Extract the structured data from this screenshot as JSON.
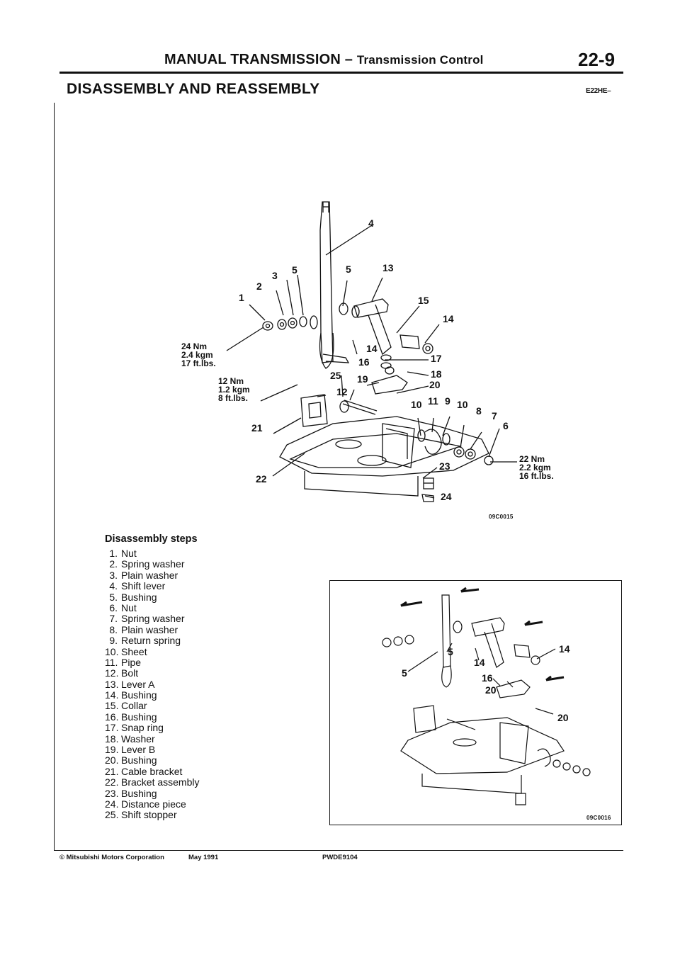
{
  "header": {
    "title_main": "MANUAL TRANSMISSION –",
    "title_sub": "Transmission Control",
    "page_number": "22-9"
  },
  "section": {
    "title": "DISASSEMBLY AND REASSEMBLY",
    "code": "E22HE–"
  },
  "figure_main": {
    "code": "09C0015",
    "torque_24": {
      "line1": "24 Nm",
      "line2": "2.4 kgm",
      "line3": "17 ft.lbs."
    },
    "torque_12": {
      "line1": "12 Nm",
      "line2": "1.2 kgm",
      "line3": "8 ft.lbs."
    },
    "torque_22": {
      "line1": "22 Nm",
      "line2": "2.2 kgm",
      "line3": "16 ft.lbs."
    },
    "callouts": [
      "1",
      "2",
      "3",
      "5",
      "4",
      "5",
      "13",
      "15",
      "14",
      "14",
      "17",
      "16",
      "18",
      "25",
      "19",
      "20",
      "12",
      "10",
      "11",
      "9",
      "10",
      "8",
      "7",
      "6",
      "21",
      "22",
      "23",
      "24"
    ]
  },
  "figure_inset": {
    "code": "09C0016",
    "callouts": [
      "5",
      "5",
      "14",
      "14",
      "16",
      "20",
      "20"
    ]
  },
  "steps": {
    "title": "Disassembly steps",
    "items": [
      {
        "num": "1.",
        "text": "Nut"
      },
      {
        "num": "2.",
        "text": "Spring washer"
      },
      {
        "num": "3.",
        "text": "Plain washer"
      },
      {
        "num": "4.",
        "text": "Shift lever"
      },
      {
        "num": "5.",
        "text": "Bushing"
      },
      {
        "num": "6.",
        "text": "Nut"
      },
      {
        "num": "7.",
        "text": "Spring washer"
      },
      {
        "num": "8.",
        "text": "Plain washer"
      },
      {
        "num": "9.",
        "text": "Return spring"
      },
      {
        "num": "10.",
        "text": "Sheet"
      },
      {
        "num": "11.",
        "text": "Pipe"
      },
      {
        "num": "12.",
        "text": "Bolt"
      },
      {
        "num": "13.",
        "text": "Lever A"
      },
      {
        "num": "14.",
        "text": "Bushing"
      },
      {
        "num": "15.",
        "text": "Collar"
      },
      {
        "num": "16.",
        "text": "Bushing"
      },
      {
        "num": "17.",
        "text": "Snap ring"
      },
      {
        "num": "18.",
        "text": "Washer"
      },
      {
        "num": "19.",
        "text": "Lever B"
      },
      {
        "num": "20.",
        "text": "Bushing"
      },
      {
        "num": "21.",
        "text": "Cable bracket"
      },
      {
        "num": "22.",
        "text": "Bracket assembly"
      },
      {
        "num": "23.",
        "text": "Bushing"
      },
      {
        "num": "24.",
        "text": "Distance piece"
      },
      {
        "num": "25.",
        "text": "Shift stopper"
      }
    ]
  },
  "footer": {
    "copyright": "© Mitsubishi Motors Corporation",
    "date": "May 1991",
    "doc_code": "PWDE9104"
  }
}
